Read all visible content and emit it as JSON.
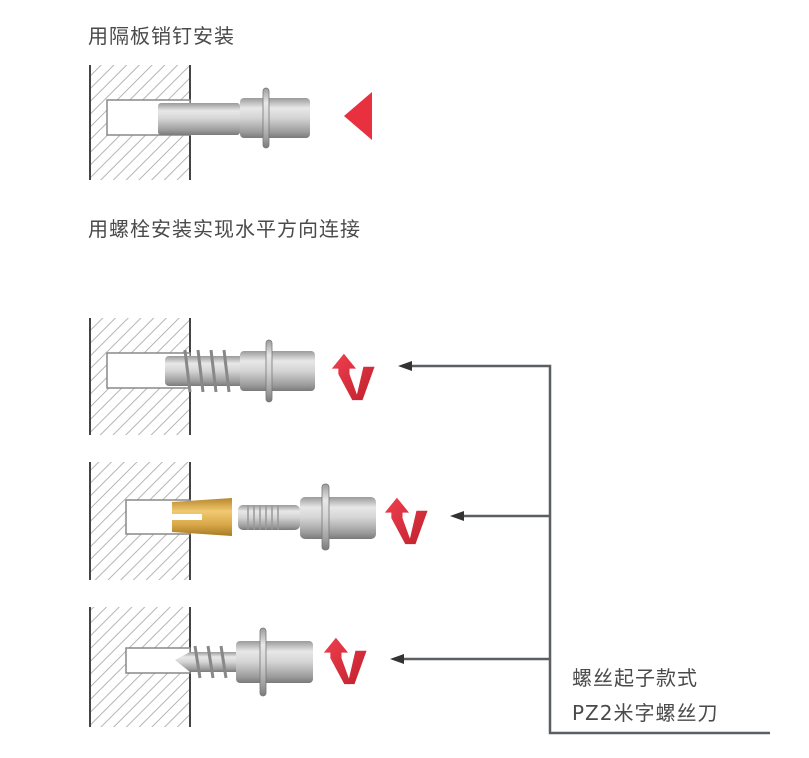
{
  "section1": {
    "title": "用隔板销钉安装",
    "direction_icon": "push-arrow-icon"
  },
  "section2": {
    "title": "用螺栓安装实现水平方向连接",
    "variants": [
      {
        "name": "self-tapping-bolt",
        "rotation_icon": "rotate-arrow-icon"
      },
      {
        "name": "bolt-with-brass-insert",
        "rotation_icon": "rotate-arrow-icon"
      },
      {
        "name": "wood-screw-bolt",
        "rotation_icon": "rotate-arrow-icon"
      }
    ]
  },
  "callout": {
    "line1": "螺丝起子款式",
    "line2": "PZ2米字螺丝刀"
  },
  "colors": {
    "accent_red": "#e8303e",
    "brass": "#d9a84a",
    "metal": "#c8c8c8",
    "line": "#5a5f62",
    "text": "#4a4a4a"
  }
}
